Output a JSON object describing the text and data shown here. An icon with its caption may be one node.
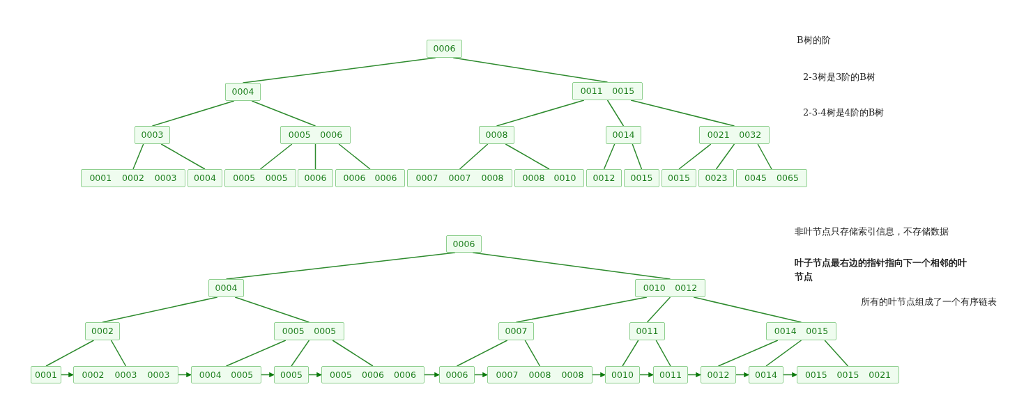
{
  "diagram": {
    "nodes": [
      {
        "text": [
          "0006"
        ]
      },
      {
        "text": [
          "0004"
        ]
      },
      {
        "text": [
          "0011",
          "0015"
        ]
      },
      {
        "text": [
          "0003"
        ]
      },
      {
        "text": [
          "0005",
          "0006"
        ]
      },
      {
        "text": [
          "0008"
        ]
      },
      {
        "text": [
          "0014"
        ]
      },
      {
        "text": [
          "0021",
          "0032"
        ]
      },
      {
        "text": [
          "0001",
          "0002",
          "0003"
        ]
      },
      {
        "text": [
          "0004"
        ]
      },
      {
        "text": [
          "0005",
          "0005"
        ]
      },
      {
        "text": [
          "0006"
        ]
      },
      {
        "text": [
          "0006",
          "0006"
        ]
      },
      {
        "text": [
          "0007",
          "0007",
          "0008"
        ]
      },
      {
        "text": [
          "0008",
          "0010"
        ]
      },
      {
        "text": [
          "0012"
        ]
      },
      {
        "text": [
          "0015"
        ]
      },
      {
        "text": [
          "0015"
        ]
      },
      {
        "text": [
          "0023"
        ]
      },
      {
        "text": [
          "0045",
          "0065"
        ]
      },
      {
        "text": [
          "0006"
        ]
      },
      {
        "text": [
          "0004"
        ]
      },
      {
        "text": [
          "0010",
          "0012"
        ]
      },
      {
        "text": [
          "0002"
        ]
      },
      {
        "text": [
          "0005",
          "0005"
        ]
      },
      {
        "text": [
          "0007"
        ]
      },
      {
        "text": [
          "0011"
        ]
      },
      {
        "text": [
          "0014",
          "0015"
        ]
      },
      {
        "text": [
          "0001"
        ]
      },
      {
        "text": [
          "0002",
          "0003",
          "0003"
        ]
      },
      {
        "text": [
          "0004",
          "0005"
        ]
      },
      {
        "text": [
          "0005"
        ]
      },
      {
        "text": [
          "0005",
          "0006",
          "0006"
        ]
      },
      {
        "text": [
          "0006"
        ]
      },
      {
        "text": [
          "0007",
          "0008",
          "0008"
        ]
      },
      {
        "text": [
          "0010"
        ]
      },
      {
        "text": [
          "0011"
        ]
      },
      {
        "text": [
          "0012"
        ]
      },
      {
        "text": [
          "0014"
        ]
      },
      {
        "text": [
          "0015",
          "0015",
          "0021"
        ]
      }
    ],
    "edges": [
      {
        "from": 0,
        "to": 1,
        "arrow": "none"
      },
      {
        "from": 0,
        "to": 2,
        "arrow": "none"
      },
      {
        "from": 1,
        "to": 3,
        "arrow": "none"
      },
      {
        "from": 1,
        "to": 4,
        "arrow": "none"
      },
      {
        "from": 2,
        "to": 5,
        "arrow": "none"
      },
      {
        "from": 2,
        "to": 6,
        "arrow": "none"
      },
      {
        "from": 2,
        "to": 7,
        "arrow": "none"
      },
      {
        "from": 3,
        "to": 8,
        "arrow": "none"
      },
      {
        "from": 3,
        "to": 9,
        "arrow": "none"
      },
      {
        "from": 4,
        "to": 10,
        "arrow": "none"
      },
      {
        "from": 4,
        "to": 11,
        "arrow": "none"
      },
      {
        "from": 4,
        "to": 12,
        "arrow": "none"
      },
      {
        "from": 5,
        "to": 13,
        "arrow": "none"
      },
      {
        "from": 5,
        "to": 14,
        "arrow": "none"
      },
      {
        "from": 6,
        "to": 15,
        "arrow": "none"
      },
      {
        "from": 6,
        "to": 16,
        "arrow": "none"
      },
      {
        "from": 7,
        "to": 17,
        "arrow": "none"
      },
      {
        "from": 7,
        "to": 18,
        "arrow": "none"
      },
      {
        "from": 7,
        "to": 19,
        "arrow": "none"
      },
      {
        "from": 20,
        "to": 21,
        "arrow": "none"
      },
      {
        "from": 20,
        "to": 22,
        "arrow": "none"
      },
      {
        "from": 21,
        "to": 23,
        "arrow": "none"
      },
      {
        "from": 21,
        "to": 24,
        "arrow": "none"
      },
      {
        "from": 22,
        "to": 25,
        "arrow": "none"
      },
      {
        "from": 22,
        "to": 26,
        "arrow": "none"
      },
      {
        "from": 22,
        "to": 27,
        "arrow": "none"
      },
      {
        "from": 23,
        "to": 28,
        "arrow": "none"
      },
      {
        "from": 23,
        "to": 29,
        "arrow": "none"
      },
      {
        "from": 24,
        "to": 30,
        "arrow": "none"
      },
      {
        "from": 24,
        "to": 31,
        "arrow": "none"
      },
      {
        "from": 24,
        "to": 32,
        "arrow": "none"
      },
      {
        "from": 25,
        "to": 33,
        "arrow": "none"
      },
      {
        "from": 25,
        "to": 34,
        "arrow": "none"
      },
      {
        "from": 26,
        "to": 35,
        "arrow": "none"
      },
      {
        "from": 26,
        "to": 36,
        "arrow": "none"
      },
      {
        "from": 27,
        "to": 37,
        "arrow": "none"
      },
      {
        "from": 27,
        "to": 38,
        "arrow": "none"
      },
      {
        "from": 27,
        "to": 39,
        "arrow": "none"
      },
      {
        "from": 28,
        "to": 29,
        "arrow": "to"
      },
      {
        "from": 29,
        "to": 30,
        "arrow": "to"
      },
      {
        "from": 30,
        "to": 31,
        "arrow": "to"
      },
      {
        "from": 31,
        "to": 32,
        "arrow": "to"
      },
      {
        "from": 32,
        "to": 33,
        "arrow": "to"
      },
      {
        "from": 33,
        "to": 34,
        "arrow": "to"
      },
      {
        "from": 34,
        "to": 35,
        "arrow": "to"
      },
      {
        "from": 35,
        "to": 36,
        "arrow": "to"
      },
      {
        "from": 36,
        "to": 37,
        "arrow": "to"
      },
      {
        "from": 37,
        "to": 38,
        "arrow": "to"
      },
      {
        "from": 38,
        "to": 39,
        "arrow": "to"
      }
    ],
    "labels": [
      "B树的阶",
      "2-3树是3阶的B树",
      "2-3-4树是4阶的B树",
      "非叶节点只存储索引信息，不存储数据",
      "叶子节点最右边的指针指向下一个相邻的叶节点",
      "所有的叶节点组成了一个有序链表"
    ]
  }
}
